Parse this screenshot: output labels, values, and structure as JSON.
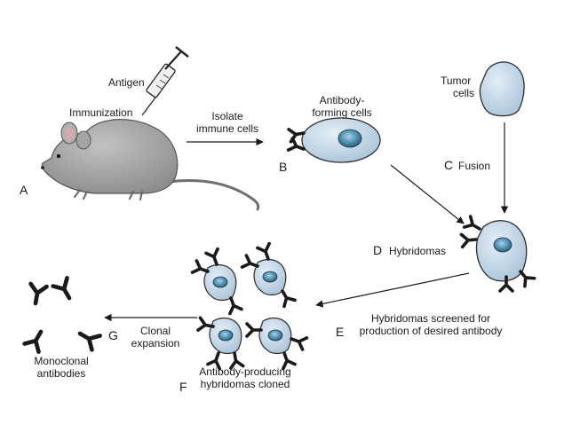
{
  "labels": {
    "antigen": "Antigen",
    "immunization": "Immunization",
    "isolate_1": "Isolate",
    "isolate_2": "immune cells",
    "antibody_forming_1": "Antibody-",
    "antibody_forming_2": "forming cells",
    "tumor_1": "Tumor",
    "tumor_2": "cells",
    "fusion": "Fusion",
    "hybridomas": "Hybridomas",
    "screened_1": "Hybridomas screened for",
    "screened_2": "production of desired antibody",
    "clonal_1": "Clonal",
    "clonal_2": "expansion",
    "cloned_1": "Antibody-producing",
    "cloned_2": "hybridomas cloned",
    "monoclonal_1": "Monoclonal",
    "monoclonal_2": "antibodies"
  },
  "steps": {
    "a": "A",
    "b": "B",
    "c": "C",
    "d": "D",
    "e": "E",
    "f": "F",
    "g": "G"
  },
  "colors": {
    "cell_fill": "#b9cfe0",
    "cell_stroke": "#2b2b2b",
    "nucleus": "#4f8fb0",
    "mouse": "#9a9a9a",
    "ink": "#1a1a1a"
  }
}
